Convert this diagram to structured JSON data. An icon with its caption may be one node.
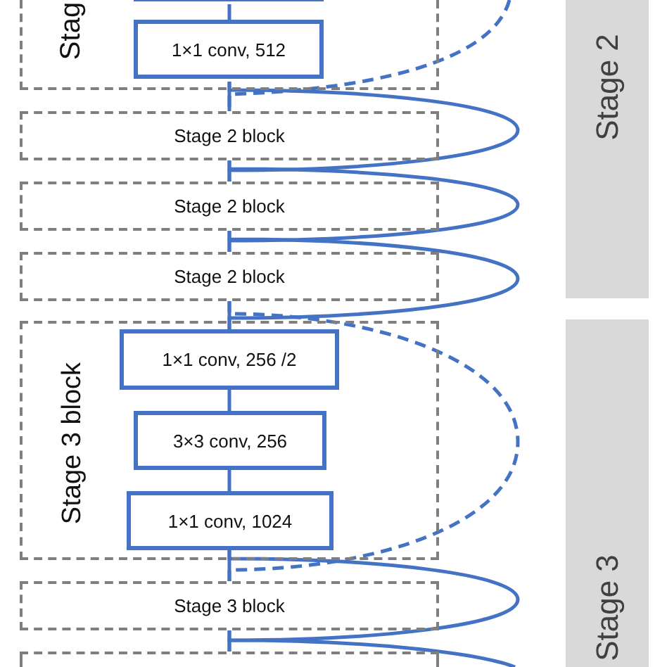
{
  "diagram": {
    "nodes": [
      {
        "text": [
          "Stag"
        ]
      },
      {
        "text": [],
        "shape": "box",
        "in": 0
      },
      {
        "text": [
          "1×1 conv, 512"
        ],
        "in": 0
      },
      {
        "text": [
          "Stage 2 block"
        ]
      },
      {
        "text": [
          "Stage 2 block"
        ]
      },
      {
        "text": [
          "Stage 2 block"
        ]
      },
      {
        "text": [
          "Stage 3 block"
        ]
      },
      {
        "text": [
          "1×1 conv, 256 /2"
        ],
        "in": 6
      },
      {
        "text": [
          "3×3 conv, 256"
        ],
        "in": 6
      },
      {
        "text": [
          "1×1 conv, 1024"
        ],
        "in": 6
      },
      {
        "text": [
          "Stage 3 block"
        ]
      },
      {
        "text": [],
        "shape": "box"
      },
      {
        "text": [
          "Stage 2"
        ]
      },
      {
        "text": [
          "Stage 3"
        ]
      }
    ],
    "edges": [
      {
        "from": 1,
        "to": 2,
        "arrow": "none"
      },
      {
        "from": 2,
        "to": 3,
        "arrow": "none"
      },
      {
        "from": 3,
        "to": 4,
        "arrow": "none"
      },
      {
        "from": 4,
        "to": 5,
        "arrow": "none"
      },
      {
        "from": 5,
        "to": 7,
        "arrow": "none"
      },
      {
        "from": 7,
        "to": 8,
        "arrow": "none"
      },
      {
        "from": 8,
        "to": 9,
        "arrow": "none"
      },
      {
        "from": 9,
        "to": 10,
        "arrow": "none"
      },
      {
        "from": 10,
        "to": 11,
        "arrow": "none"
      },
      {
        "from": null,
        "to": 3,
        "arrow": "none",
        "style": "dashed"
      },
      {
        "from": 2,
        "to": 4,
        "arrow": "none"
      },
      {
        "from": 3,
        "to": 5,
        "arrow": "none"
      },
      {
        "from": 4,
        "to": 7,
        "arrow": "none"
      },
      {
        "from": 5,
        "to": 10,
        "arrow": "none",
        "style": "dashed"
      },
      {
        "from": 9,
        "to": 11,
        "arrow": "none"
      },
      {
        "from": 10,
        "to": null,
        "arrow": "none"
      }
    ]
  }
}
